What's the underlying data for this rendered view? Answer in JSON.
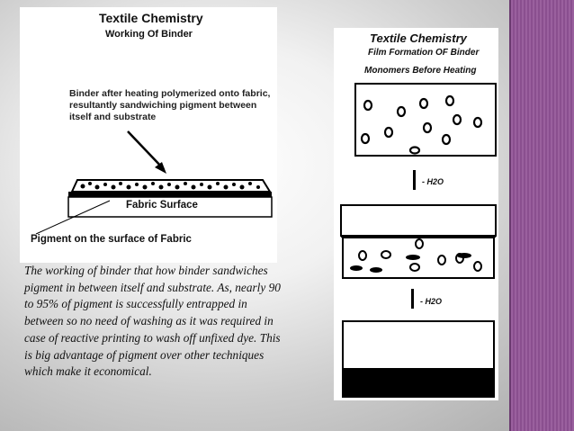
{
  "slide": {
    "accent_color": "#8a4f8f"
  },
  "left_figure": {
    "title": "Textile Chemistry",
    "subtitle": "Working Of Binder",
    "note_lines": [
      "Binder after heating polymerized onto fabric,",
      "resultantly sandwiching pigment between",
      "itself and substrate"
    ],
    "fabric_label": "Fabric Surface",
    "pigment_label": "Pigment on the surface of Fabric"
  },
  "right_figure": {
    "title": "Textile Chemistry",
    "subtitle": "Film Formation OF Binder",
    "caption": "Monomers Before Heating",
    "water_label_1": "- H2O",
    "water_label_2": "- H2O"
  },
  "body_text": {
    "lines": [
      "The working of binder that how binder sandwiches",
      "pigment in between itself and substrate. As, nearly 90",
      "to 95% of pigment is successfully entrapped in",
      "between so no need of washing as it was required in",
      "case of reactive printing to wash off unfixed dye. This",
      "is big advantage of pigment over other techniques",
      "which make it economical."
    ]
  }
}
